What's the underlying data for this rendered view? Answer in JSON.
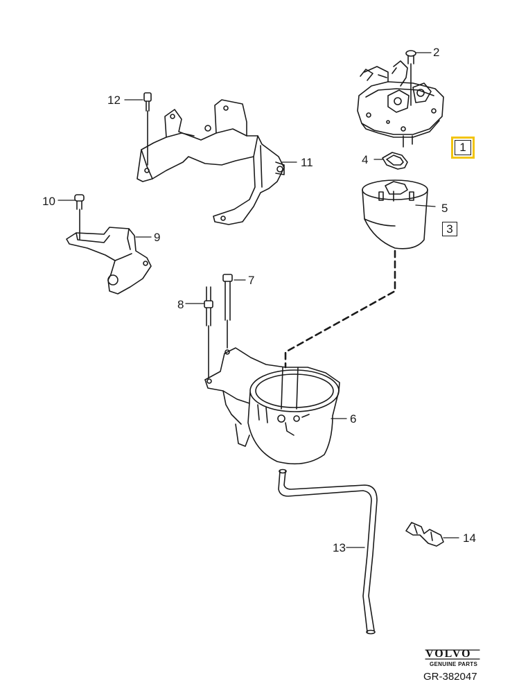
{
  "parts": [
    {
      "number": "1",
      "name": "fuel-filter-housing-cover",
      "boxed": true,
      "highlighted": true
    },
    {
      "number": "2",
      "name": "screw"
    },
    {
      "number": "3",
      "name": "filter-kit-reference",
      "boxed": true
    },
    {
      "number": "4",
      "name": "seal-ring"
    },
    {
      "number": "5",
      "name": "fuel-filter-element"
    },
    {
      "number": "6",
      "name": "filter-housing"
    },
    {
      "number": "7",
      "name": "bolt"
    },
    {
      "number": "8",
      "name": "stud-bolt"
    },
    {
      "number": "9",
      "name": "holder-bracket"
    },
    {
      "number": "10",
      "name": "screw"
    },
    {
      "number": "11",
      "name": "mounting-bracket"
    },
    {
      "number": "12",
      "name": "screw"
    },
    {
      "number": "13",
      "name": "hose"
    },
    {
      "number": "14",
      "name": "clip"
    }
  ],
  "branding": {
    "logo": "VOLVO",
    "sub": "GENUINE PARTS",
    "reference": "GR-382047"
  },
  "colors": {
    "line": "#1a1a1a",
    "highlight": "#f2c40f"
  }
}
